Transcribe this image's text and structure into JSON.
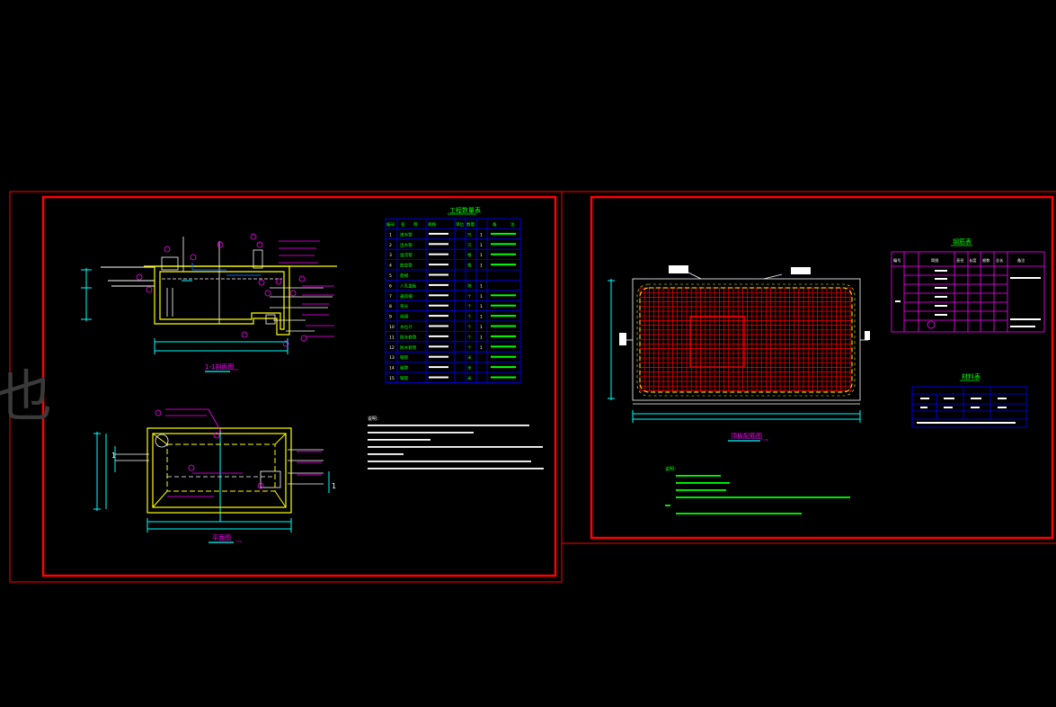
{
  "watermark": "也",
  "colors": {
    "background": "#000000",
    "frame": "#ff0000",
    "title": "#00ff00",
    "dimension": "#00ffff",
    "label": "#ff00ff",
    "wall": "#ffff00",
    "table": "#0000ff",
    "rebar": "#ff0000"
  },
  "left_sheet": {
    "section_title": "1-1剖面图",
    "plan_title": "平面图",
    "section_marker": "1",
    "scale": "1:50",
    "table_title": "工程数量表",
    "table_headers": [
      "编号",
      "名",
      "称",
      "规格",
      "单位",
      "数量",
      "备",
      "注"
    ],
    "table_rows": [
      [
        "1",
        "进水管",
        "",
        "",
        "只",
        "1",
        ""
      ],
      [
        "2",
        "出水管",
        "",
        "",
        "只",
        "1",
        ""
      ],
      [
        "3",
        "溢流管",
        "",
        "",
        "根",
        "1",
        ""
      ],
      [
        "4",
        "放空管",
        "",
        "",
        "根",
        "1",
        ""
      ],
      [
        "5",
        "爬梯",
        "",
        "",
        "",
        "",
        ""
      ],
      [
        "6",
        "人孔盖板",
        "",
        "",
        "块",
        "1",
        ""
      ],
      [
        "7",
        "通风帽",
        "",
        "",
        "个",
        "1",
        ""
      ],
      [
        "8",
        "弯头",
        "",
        "",
        "个",
        "1",
        ""
      ],
      [
        "9",
        "闸阀",
        "",
        "",
        "个",
        "1",
        ""
      ],
      [
        "10",
        "水位计",
        "",
        "",
        "个",
        "1",
        ""
      ],
      [
        "11",
        "防水套管",
        "",
        "",
        "个",
        "1",
        ""
      ],
      [
        "12",
        "防水套管",
        "",
        "",
        "个",
        "1",
        ""
      ],
      [
        "13",
        "钢管",
        "",
        "",
        "米",
        "",
        ""
      ],
      [
        "14",
        "钢管",
        "",
        "",
        "米",
        "",
        ""
      ],
      [
        "15",
        "钢管",
        "",
        "",
        "米",
        "",
        ""
      ]
    ],
    "notes_title": "说明："
  },
  "right_sheet": {
    "plan_title": "顶板配筋图",
    "scale": "1:30",
    "rebar_table_title": "钢筋表",
    "rebar_table_headers": [
      "编号",
      "简图",
      "直径",
      "长度",
      "根数",
      "总长",
      "备注"
    ],
    "material_table_title": "材料表",
    "notes_title": "说明："
  }
}
